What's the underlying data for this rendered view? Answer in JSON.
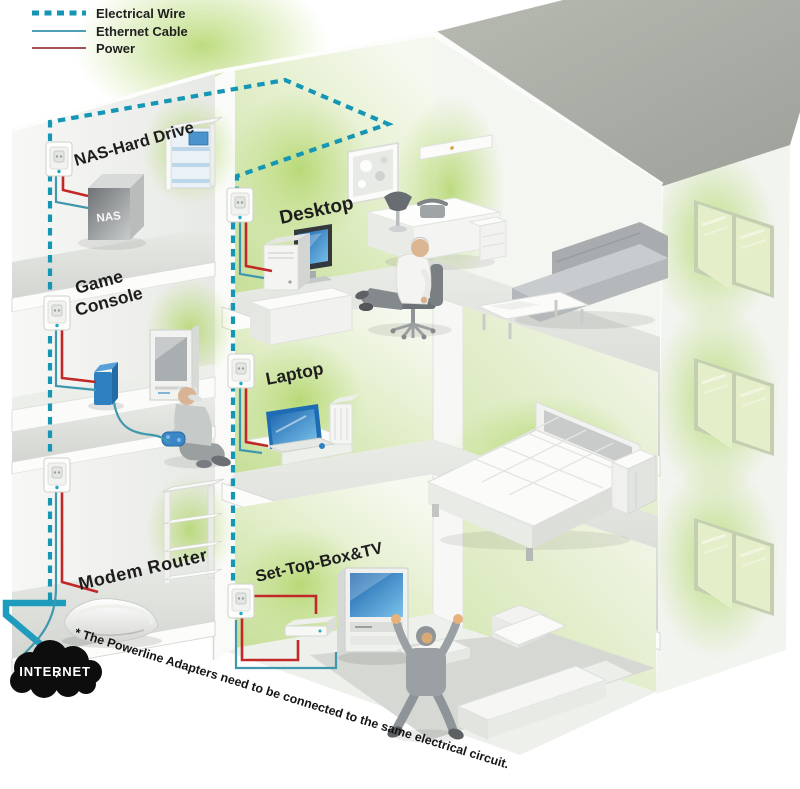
{
  "legend": {
    "items": [
      {
        "id": "electrical-wire",
        "label": "Electrical Wire",
        "style": "dashed",
        "color": "#1496b4"
      },
      {
        "id": "ethernet-cable",
        "label": "Ethernet Cable",
        "style": "solid",
        "color": "#4e9eb4"
      },
      {
        "id": "power",
        "label": "Power",
        "style": "solid",
        "color": "#a05454"
      }
    ]
  },
  "rooms": {
    "nas": {
      "label": "NAS-Hard Drive"
    },
    "desktop": {
      "label": "Desktop"
    },
    "game_console": {
      "line1": "Game",
      "line2": "Console"
    },
    "laptop": {
      "label": "Laptop"
    },
    "modem_router": {
      "label": "Modem Router"
    },
    "set_top_box": {
      "label": "Set-Top-Box&TV"
    }
  },
  "devices": {
    "nas": {
      "label": "NAS"
    }
  },
  "internet": {
    "label": "INTERNET"
  },
  "footnote": {
    "text": "* The Powerline Adapters need to be connected to the same electrical circuit."
  },
  "colors": {
    "electrical_wire": "#1496b4",
    "ethernet_cable": "#3f98ae",
    "power_wire": "#c22828",
    "internet_cable": "#1f9cbd",
    "wall_green": "#c8e09a",
    "roof_gray": "#a9ada4",
    "accent_blue": "#3584c6"
  }
}
